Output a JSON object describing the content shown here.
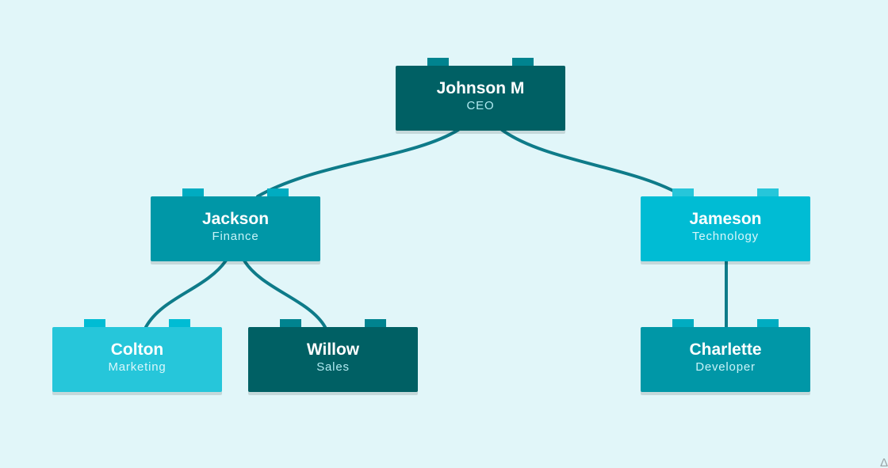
{
  "colors": {
    "background": "#e1f6f9",
    "connector": "#0e7b89"
  },
  "nodes": [
    {
      "id": "johnson",
      "name": "Johnson M",
      "title": "CEO",
      "parent": null,
      "color": "#006064",
      "stud": "#00838f",
      "title_color": "#b2ebf2"
    },
    {
      "id": "jackson",
      "name": "Jackson",
      "title": "Finance",
      "parent": "johnson",
      "color": "#0097a7",
      "stud": "#00acc1",
      "title_color": "#c9f3f8"
    },
    {
      "id": "jameson",
      "name": "Jameson",
      "title": "Technology",
      "parent": "johnson",
      "color": "#00bcd4",
      "stud": "#26c6da",
      "title_color": "#d9f7fb"
    },
    {
      "id": "colton",
      "name": "Colton",
      "title": "Marketing",
      "parent": "jackson",
      "color": "#26c6da",
      "stud": "#00bcd4",
      "title_color": "#d9f7fb"
    },
    {
      "id": "willow",
      "name": "Willow",
      "title": "Sales",
      "parent": "jackson",
      "color": "#006064",
      "stud": "#00838f",
      "title_color": "#b2ebf2"
    },
    {
      "id": "charlette",
      "name": "Charlette",
      "title": "Developer",
      "parent": "jameson",
      "color": "#0097a7",
      "stud": "#00acc1",
      "title_color": "#c9f3f8"
    }
  ],
  "corner_mark": "Δ"
}
